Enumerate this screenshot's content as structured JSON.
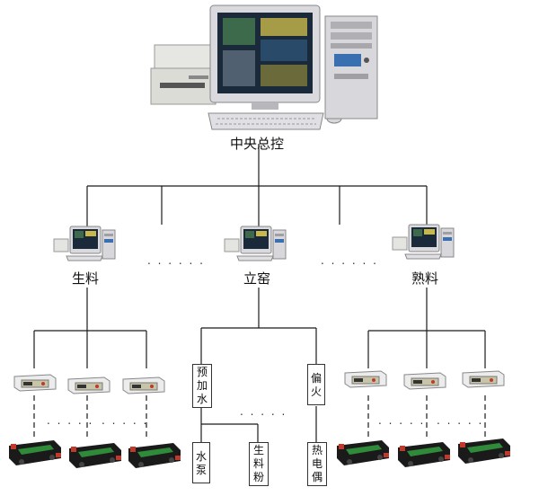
{
  "central": {
    "label": "中央总控"
  },
  "stations": [
    {
      "label": "生料"
    },
    {
      "label": "立窑"
    },
    {
      "label": "熟料"
    }
  ],
  "shaft_kiln_branches": [
    {
      "label": "预加水",
      "chars": [
        "预",
        "加",
        "水"
      ]
    },
    {
      "label": "偏火",
      "chars": [
        "偏",
        "火"
      ]
    }
  ],
  "shaft_kiln_leaves": [
    {
      "label": "水泵",
      "chars": [
        "水",
        "泵"
      ]
    },
    {
      "label": "生料粉",
      "chars": [
        "生",
        "料",
        "粉"
      ]
    },
    {
      "label": "热电偶",
      "chars": [
        "热",
        "电",
        "偶"
      ]
    }
  ],
  "ellipsis": ". . . . . .",
  "ellipsis_short": ". . . . .",
  "colors": {
    "line": "#1a1a1a",
    "monitor_frame": "#d9d9de",
    "screen": "#1b2a3a",
    "tower": "#d8d8dc",
    "controller_face": "#c8c4a8",
    "scale_body": "#1a1a1a",
    "scale_belt": "#2f8a3a",
    "scale_accent": "#c0392b"
  }
}
